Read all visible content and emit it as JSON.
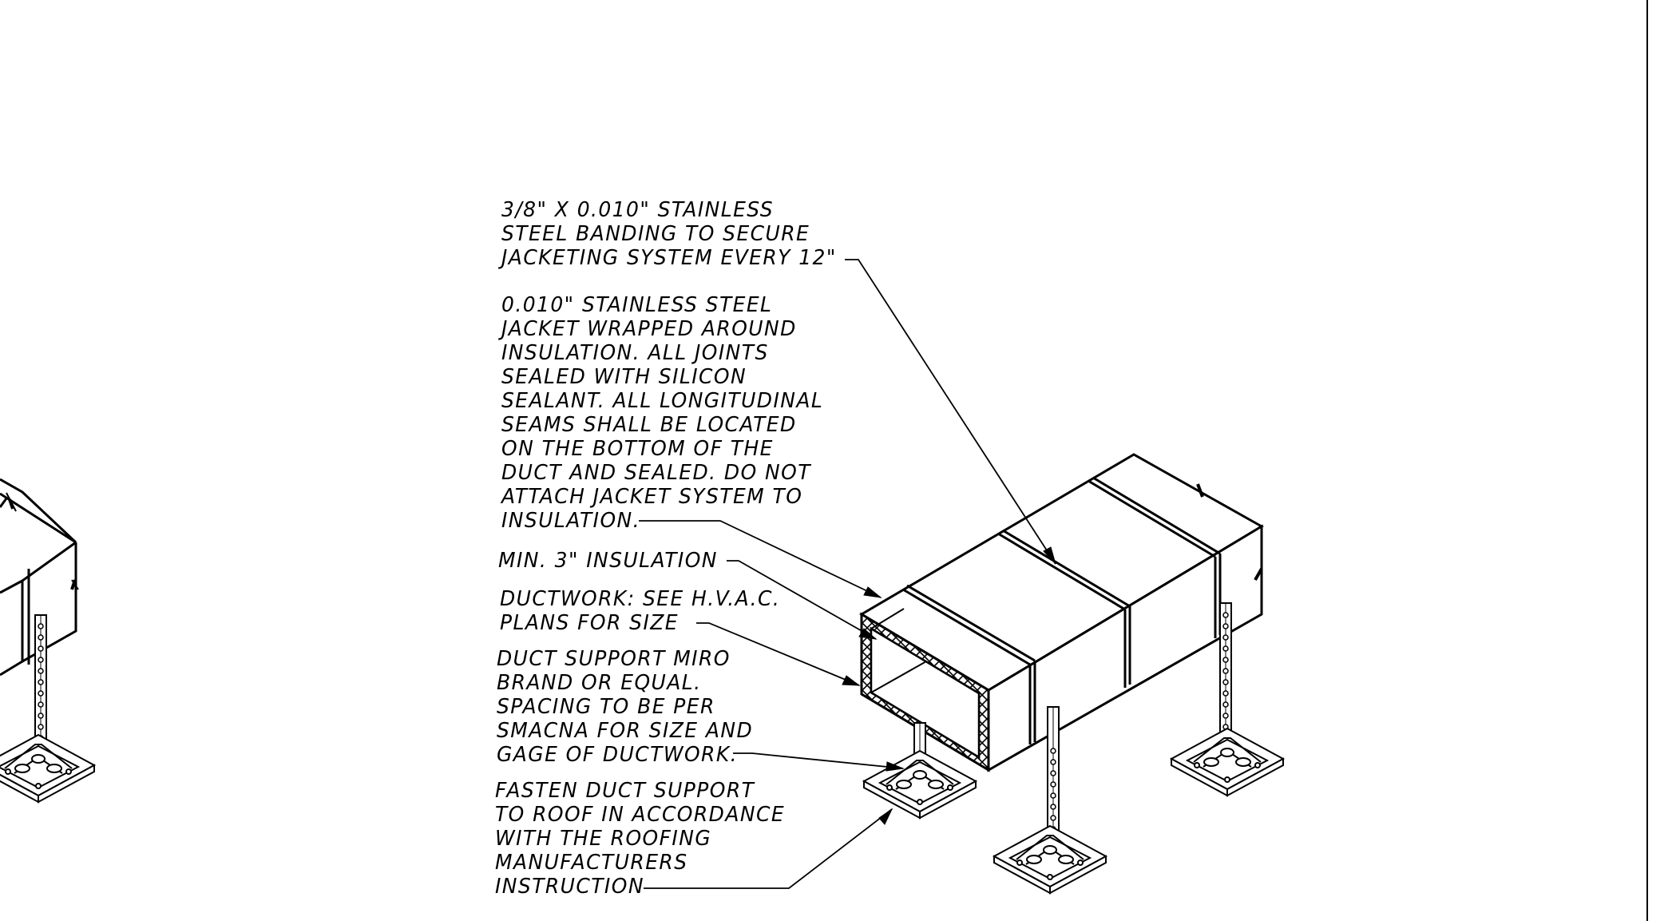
{
  "notes": {
    "banding": [
      "3/8\" X 0.010\" STAINLESS",
      "STEEL BANDING TO SECURE",
      "JACKETING SYSTEM EVERY 12\""
    ],
    "jacket": [
      "0.010\" STAINLESS STEEL",
      "JACKET WRAPPED AROUND",
      "INSULATION.  ALL JOINTS",
      "SEALED WITH SILICON",
      "SEALANT. ALL LONGITUDINAL",
      "SEAMS SHALL BE LOCATED",
      "ON THE BOTTOM OF THE",
      "DUCT AND SEALED. DO NOT",
      "ATTACH JACKET SYSTEM TO",
      "INSULATION."
    ],
    "insulation": [
      "MIN. 3\" INSULATION"
    ],
    "ductwork": [
      "DUCTWORK:  SEE H.V.A.C.",
      "PLANS FOR SIZE"
    ],
    "support": [
      "DUCT SUPPORT MIRO",
      "BRAND OR EQUAL.",
      "SPACING TO BE PER",
      "SMACNA FOR SIZE AND",
      "GAGE OF DUCTWORK."
    ],
    "fasten": [
      "FASTEN DUCT SUPPORT",
      "TO ROOF IN ACCORDANCE",
      "WITH THE ROOFING",
      "MANUFACTURERS",
      "INSTRUCTION"
    ]
  },
  "colors": {
    "line": "#000000",
    "background": "#ffffff"
  }
}
